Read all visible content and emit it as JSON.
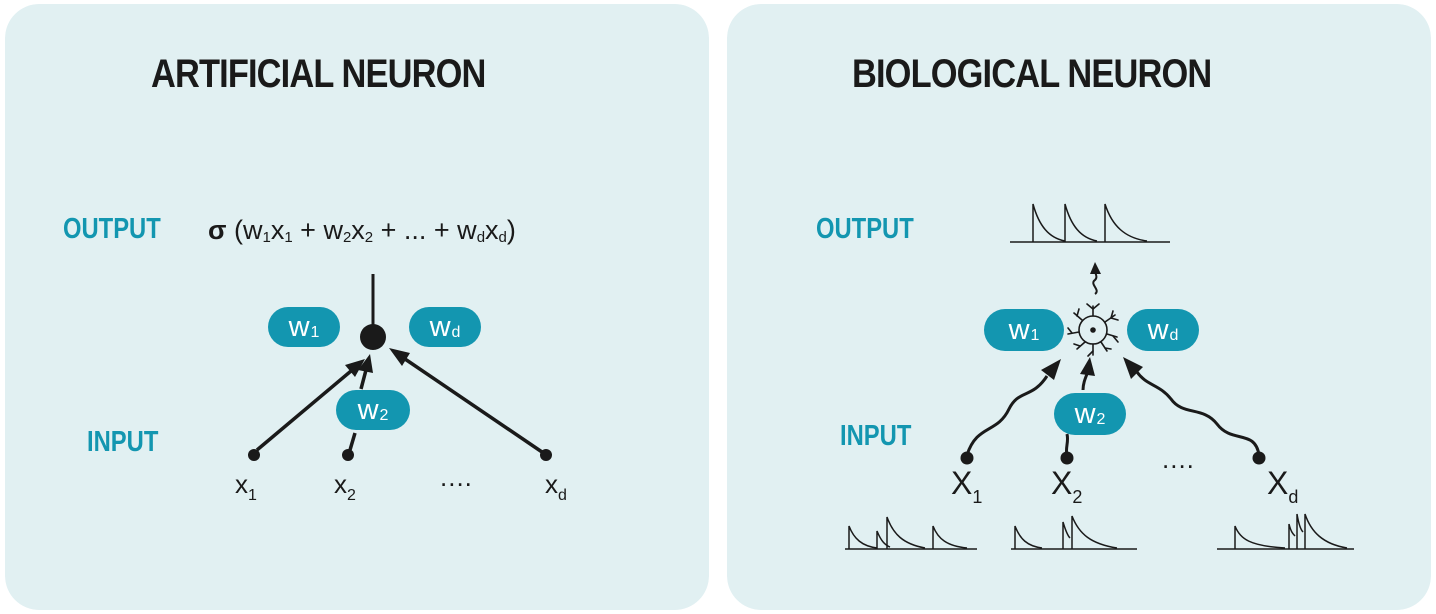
{
  "colors": {
    "panel_bg": "#e1f0f2",
    "accent": "#1396b0",
    "ink": "#1a1a1a",
    "pill_text": "#ffffff"
  },
  "artificial": {
    "title": "ARTIFICIAL NEURON",
    "output_label": "OUTPUT",
    "input_label": "INPUT",
    "formula": {
      "sigma": "σ",
      "open": " (w",
      "s1": "1",
      "t1": "x",
      "s2": "1",
      "t2": " + w",
      "s3": "2",
      "t3": "x",
      "s4": "2",
      "t4": " + ... +  w",
      "s5": "d",
      "t5": "x",
      "s6": "d",
      "close": ")"
    },
    "weights": [
      {
        "base": "w",
        "sub": "1"
      },
      {
        "base": "w",
        "sub": "d"
      },
      {
        "base": "w",
        "sub": "2"
      }
    ],
    "inputs": [
      {
        "base": "x",
        "sub": "1"
      },
      {
        "base": "x",
        "sub": "2"
      },
      {
        "base": "x",
        "sub": "d"
      }
    ],
    "ellipsis": "...."
  },
  "biological": {
    "title": "BIOLOGICAL NEURON",
    "output_label": "OUTPUT",
    "input_label": "INPUT",
    "weights": [
      {
        "base": "w",
        "sub": "1"
      },
      {
        "base": "w",
        "sub": "d"
      },
      {
        "base": "w",
        "sub": "2"
      }
    ],
    "inputs": [
      {
        "base": "X",
        "sub": "1"
      },
      {
        "base": "X",
        "sub": "2"
      },
      {
        "base": "X",
        "sub": "d"
      }
    ],
    "ellipsis": "....",
    "neuron_icon": "neuron-cell-icon"
  }
}
